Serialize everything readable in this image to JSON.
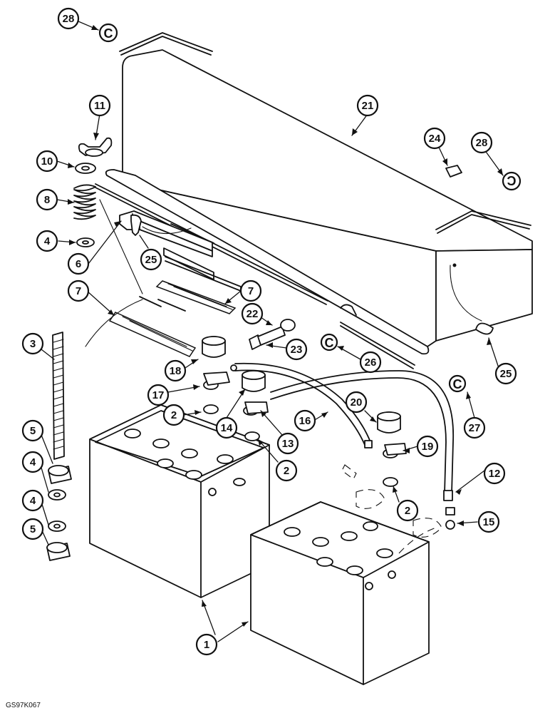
{
  "figure_code": "GS97K067",
  "callouts": [
    {
      "id": "c28a",
      "label": "28"
    },
    {
      "id": "c11",
      "label": "11"
    },
    {
      "id": "c10",
      "label": "10"
    },
    {
      "id": "c8",
      "label": "8"
    },
    {
      "id": "c4a",
      "label": "4"
    },
    {
      "id": "c25a",
      "label": "25"
    },
    {
      "id": "c6",
      "label": "6"
    },
    {
      "id": "c7a",
      "label": "7"
    },
    {
      "id": "c7b",
      "label": "7"
    },
    {
      "id": "c21",
      "label": "21"
    },
    {
      "id": "c24",
      "label": "24"
    },
    {
      "id": "c28b",
      "label": "28"
    },
    {
      "id": "c22",
      "label": "22"
    },
    {
      "id": "c23",
      "label": "23"
    },
    {
      "id": "c3",
      "label": "3"
    },
    {
      "id": "c18",
      "label": "18"
    },
    {
      "id": "c26",
      "label": "26"
    },
    {
      "id": "c25b",
      "label": "25"
    },
    {
      "id": "c17",
      "label": "17"
    },
    {
      "id": "c27",
      "label": "27"
    },
    {
      "id": "c2a",
      "label": "2"
    },
    {
      "id": "c14",
      "label": "14"
    },
    {
      "id": "c16",
      "label": "16"
    },
    {
      "id": "c20",
      "label": "20"
    },
    {
      "id": "c13",
      "label": "13"
    },
    {
      "id": "c5a",
      "label": "5"
    },
    {
      "id": "c19",
      "label": "19"
    },
    {
      "id": "c2b",
      "label": "2"
    },
    {
      "id": "c4b",
      "label": "4"
    },
    {
      "id": "c12",
      "label": "12"
    },
    {
      "id": "c2c",
      "label": "2"
    },
    {
      "id": "c4c",
      "label": "4"
    },
    {
      "id": "c15",
      "label": "15"
    },
    {
      "id": "c5b",
      "label": "5"
    },
    {
      "id": "c1",
      "label": "1"
    }
  ]
}
